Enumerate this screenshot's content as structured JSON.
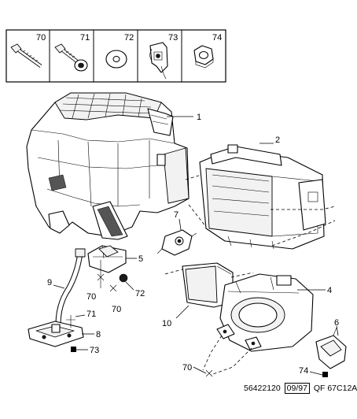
{
  "parts_box": {
    "items": [
      {
        "ref": "70",
        "icon": "bolt-icon"
      },
      {
        "ref": "71",
        "icon": "flange-bolt-icon"
      },
      {
        "ref": "72",
        "icon": "washer-icon"
      },
      {
        "ref": "73",
        "icon": "clip-nut-icon"
      },
      {
        "ref": "74",
        "icon": "hex-nut-icon"
      }
    ]
  },
  "callouts": {
    "c1": "1",
    "c2": "2",
    "c4": "4",
    "c5": "5",
    "c6": "6",
    "c7": "7",
    "c8": "8",
    "c9": "9",
    "c10": "10",
    "c70a": "70",
    "c70b": "70",
    "c70c": "70",
    "c71": "71",
    "c72": "72",
    "c73": "73",
    "c74": "74"
  },
  "footer": {
    "code": "56422120",
    "date": "09/97",
    "ref": "QF 67C12A"
  }
}
